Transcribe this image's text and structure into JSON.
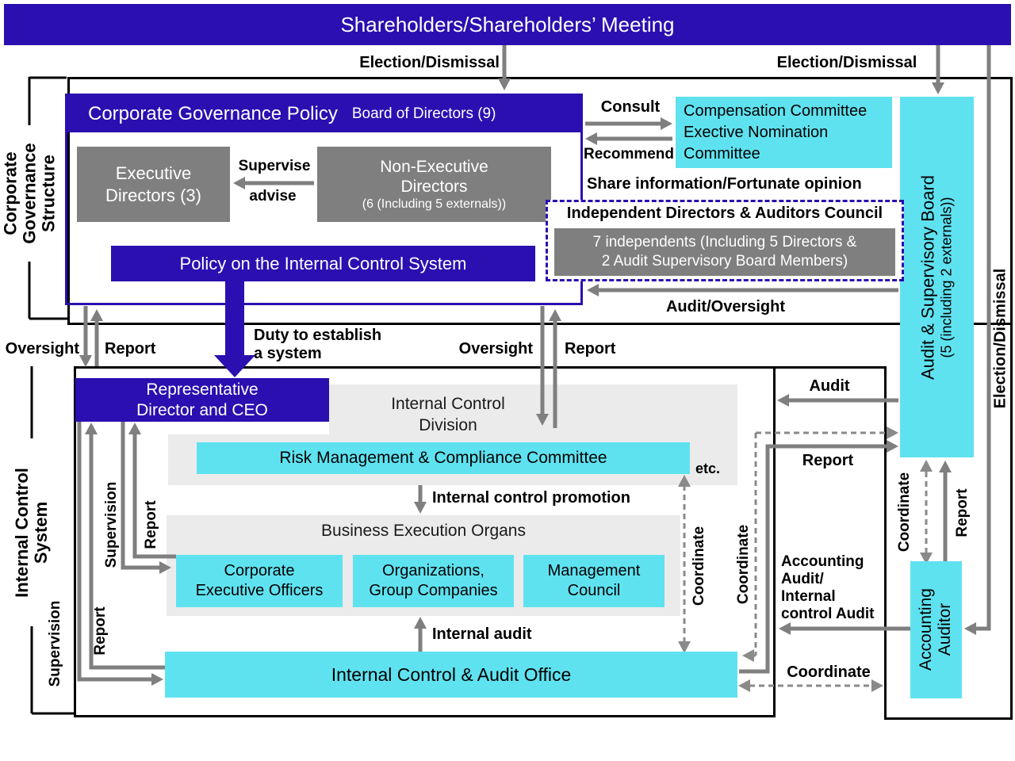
{
  "top": {
    "title": "Shareholders/Shareholders’ Meeting",
    "election_left": "Election/Dismissal",
    "election_right": "Election/Dismissal",
    "election_vertical": "Election/Dismissal"
  },
  "rails": {
    "governance": {
      "line1": "Corporate",
      "line2": "Governance",
      "line3": "Structure"
    },
    "internal": {
      "line1": "Internal Control",
      "line2": "System"
    }
  },
  "board": {
    "title": "Corporate Governance Policy",
    "subtitle": "Board of Directors (9)",
    "executive": {
      "line1": "Executive",
      "line2": "Directors (3)"
    },
    "non_executive": {
      "line1": "Non-Executive",
      "line2": "Directors",
      "line3": "(6 (Including 5 externals))"
    },
    "supervise": "Supervise",
    "advise": "advise",
    "policy": "Policy on the Internal Control System"
  },
  "committee_box": {
    "line1": "Compensation Committee",
    "line2": "Exective Nomination",
    "line3": "Committee"
  },
  "council": {
    "title": "Independent Directors & Auditors Council",
    "line1": "7 independents (Including 5 Directors &",
    "line2": "2 Audit Supervisory Board Members)"
  },
  "asb": {
    "line1": "Audit & Supervisory Board",
    "line2": "(5 (including 2 externals))"
  },
  "rdceo": {
    "line1": "Representative",
    "line2": "Director and CEO"
  },
  "icd": {
    "line1": "Internal Control",
    "line2": "Division",
    "committee": "Risk Management & Compliance Committee",
    "etc": "etc."
  },
  "beo": {
    "title": "Business Execution Organs",
    "boxes": [
      {
        "line1": "Corporate",
        "line2": "Executive Officers"
      },
      {
        "line1": "Organizations,",
        "line2": "Group Companies"
      },
      {
        "line1": "Management",
        "line2": "Council"
      }
    ]
  },
  "icao": {
    "title": "Internal Control & Audit Office"
  },
  "aa": {
    "line1": "Accounting",
    "line2": "Auditor"
  },
  "labels": {
    "consult": "Consult",
    "recommend": "Recommend",
    "share_info": "Share information/Fortunate opinion",
    "audit_oversight": "Audit/Oversight",
    "duty1": "Duty to establish",
    "duty2": "a system",
    "oversight": "Oversight",
    "report": "Report",
    "supervision": "Supervision",
    "audit": "Audit",
    "coordinate": "Coordinate",
    "internal_control_promotion": "Internal control promotion",
    "internal_audit": "Internal audit",
    "accounting_audit": {
      "line1": "Accounting",
      "line2": "Audit/",
      "line3": "Internal",
      "line4": "control Audit"
    }
  },
  "colors": {
    "indigo": "#2B0FB0",
    "cyan": "#5FE2F0",
    "gray_box": "#7F7F7F",
    "light_gray": "#EBEBEB",
    "arrow_gray": "#7F7F7F"
  }
}
